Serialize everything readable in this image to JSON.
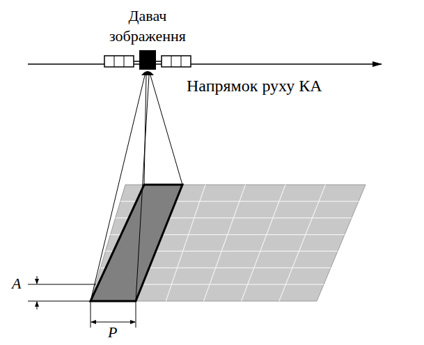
{
  "diagram": {
    "labels": [
      "Давач зображення",
      "Напрямок руху КА",
      "A",
      "P"
    ]
  }
}
